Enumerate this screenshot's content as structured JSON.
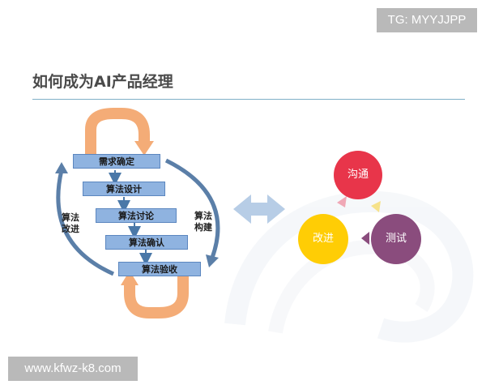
{
  "watermark_top": "TG: MYYJJPP",
  "watermark_bottom": "www.kfwz-k8.com",
  "title": "如何成为AI产品经理",
  "flow_steps": [
    "需求确定",
    "算法设计",
    "算法讨论",
    "算法确认",
    "算法验收"
  ],
  "left_loop_label": [
    "算法",
    "改进"
  ],
  "right_loop_label": [
    "算法",
    "构建"
  ],
  "cycle": {
    "top": "沟通",
    "right": "测试",
    "left": "改进"
  },
  "colors": {
    "step_fill": "#8fb3e0",
    "loop_orange": "#f4ac77",
    "top_circle": "#e8354a",
    "right_circle": "#8a4c7d",
    "left_circle": "#ffcd05",
    "connector_arrow": "#b7cde6"
  }
}
